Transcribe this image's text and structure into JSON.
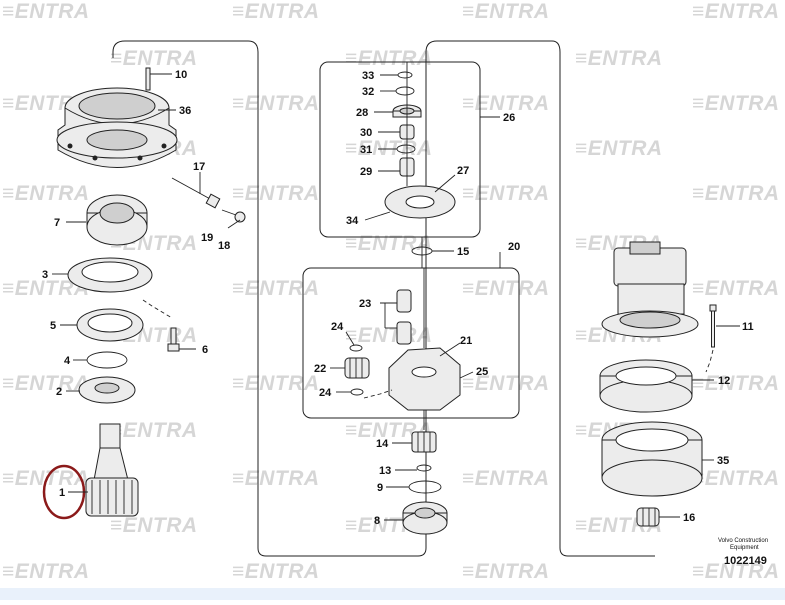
{
  "watermark": {
    "text": "ENTRA"
  },
  "diagram": {
    "callouts": {
      "c10": "10",
      "c36": "36",
      "c17": "17",
      "c7": "7",
      "c19": "19",
      "c18": "18",
      "c3": "3",
      "c5": "5",
      "c6": "6",
      "c4": "4",
      "c2": "2",
      "c1": "1",
      "c33": "33",
      "c32": "32",
      "c28": "28",
      "c30": "30",
      "c31": "31",
      "c29": "29",
      "c27": "27",
      "c34": "34",
      "c26": "26",
      "c15": "15",
      "c20": "20",
      "c23": "23",
      "c24a": "24",
      "c21": "21",
      "c22": "22",
      "c25": "25",
      "c24b": "24",
      "c14": "14",
      "c13": "13",
      "c9": "9",
      "c8": "8",
      "c11": "11",
      "c12": "12",
      "c35": "35",
      "c16": "16"
    },
    "publisher_line1": "Volvo Construction",
    "publisher_line2": "Equipment",
    "document_number": "1022149",
    "highlight_color": "#8b1a1a"
  }
}
